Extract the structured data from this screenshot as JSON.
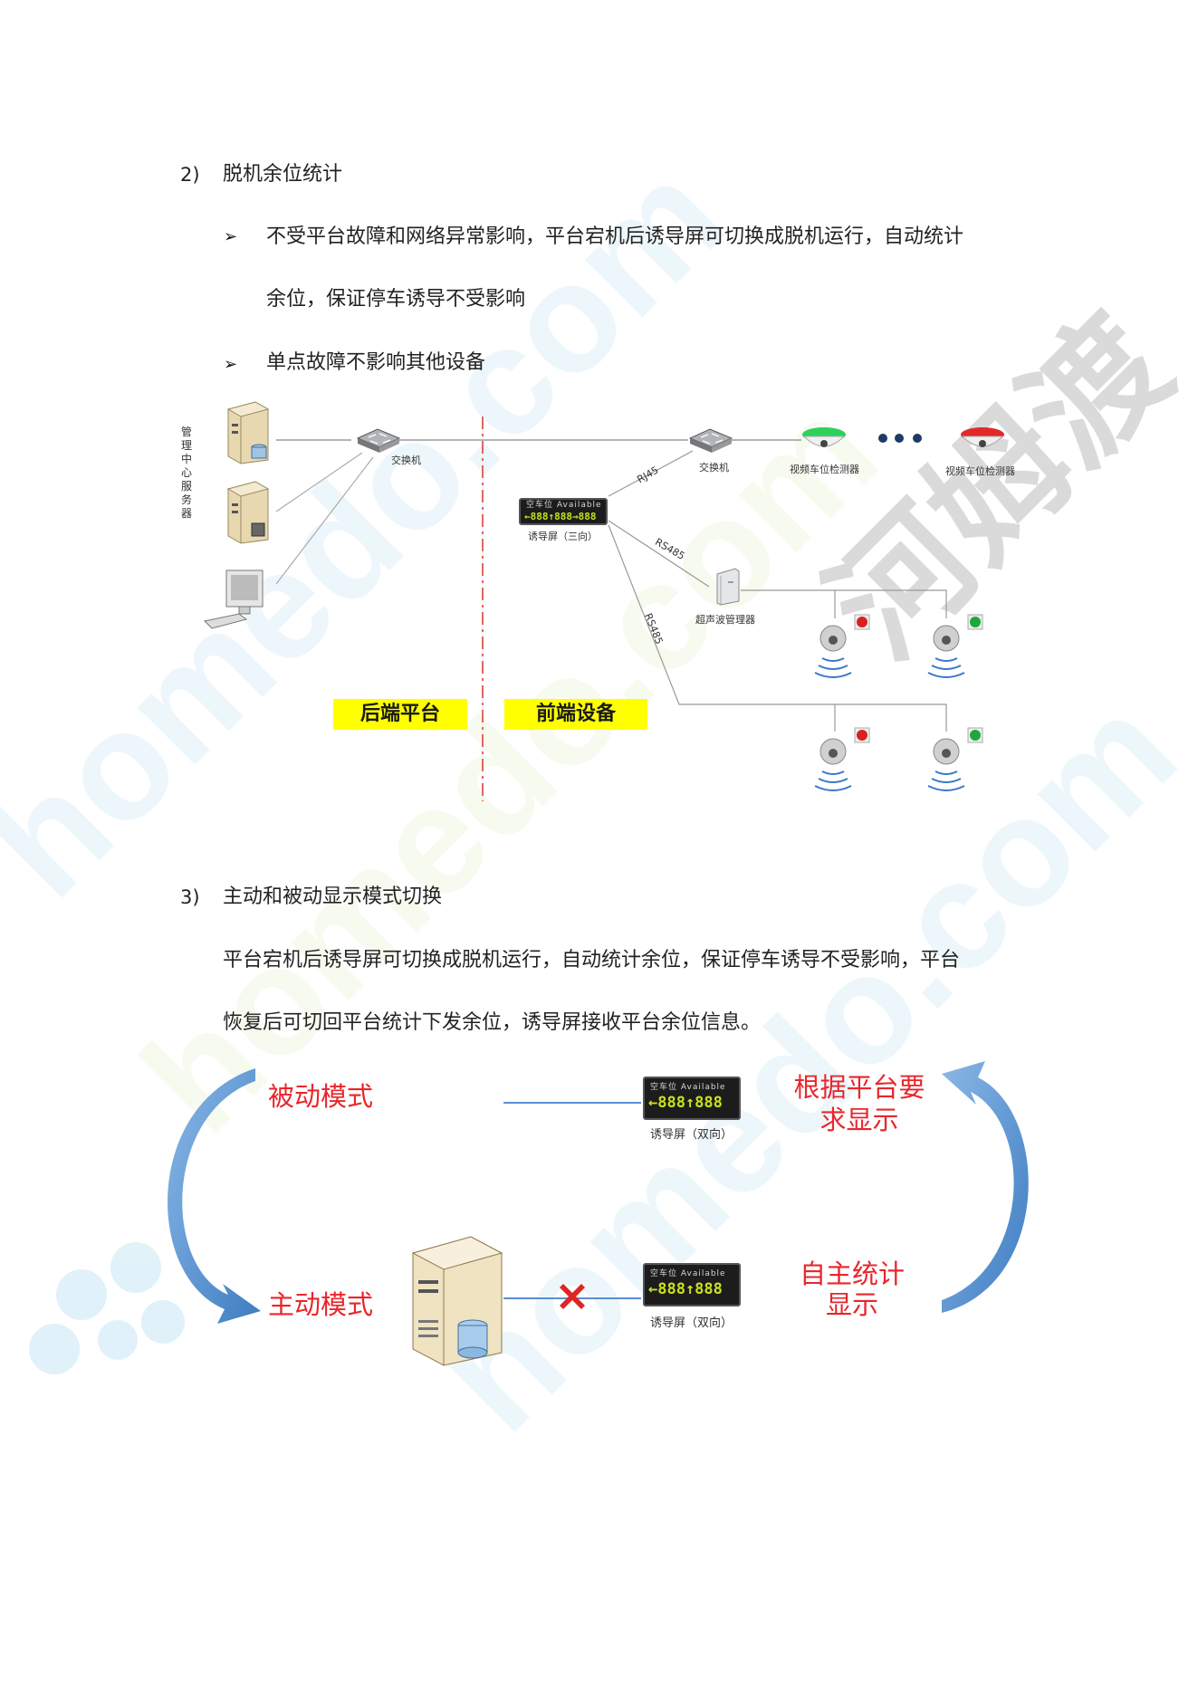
{
  "section2": {
    "number": "2)",
    "title": "脱机余位统计",
    "bullets": [
      {
        "line1": "不受平台故障和网络异常影响，平台宕机后诱导屏可切换成脱机运行，自动统计",
        "line2": "余位，保证停车诱导不受影响"
      },
      {
        "line1": "单点故障不影响其他设备"
      }
    ]
  },
  "diagram1": {
    "server_vertical_label": "管理中心服务器",
    "switch_left": "交换机",
    "switch_right": "交换机",
    "detector_1": "视频车位检测器",
    "detector_2": "视频车位检测器",
    "rj45": "RJ45",
    "rs485_a": "RS485",
    "rs485_b": "RS485",
    "screen_top": "空车位 Available",
    "screen_digits": "←888↑888→888",
    "screen_caption": "诱导屏（三向）",
    "ultrasonic_manager": "超声波管理器",
    "backend_label": "后端平台",
    "frontend_label": "前端设备"
  },
  "section3": {
    "number": "3)",
    "title": "主动和被动显示模式切换",
    "para_line1": "平台宕机后诱导屏可切换成脱机运行，自动统计余位，保证停车诱导不受影响，平台",
    "para_line2": "恢复后可切回平台统计下发余位，诱导屏接收平台余位信息。"
  },
  "diagram2": {
    "passive_mode": "被动模式",
    "active_mode": "主动模式",
    "platform_display_line1": "根据平台要",
    "platform_display_line2": "求显示",
    "self_stat_line1": "自主统计",
    "self_stat_line2": "显示",
    "screen_top": "空车位 Available",
    "screen_digits": "←888↑888",
    "screen_caption_top": "诱导屏（双向）",
    "screen_caption_bottom": "诱导屏（双向）"
  },
  "watermark": {
    "cjk": "河姆渡"
  },
  "colors": {
    "yellow": "#ffff00",
    "red_text": "#e8262b",
    "arrow_blue": "#4a86c8",
    "line_blue": "#5b8fcf",
    "divider_red": "#d9433a",
    "led_green": "#c8e020"
  }
}
